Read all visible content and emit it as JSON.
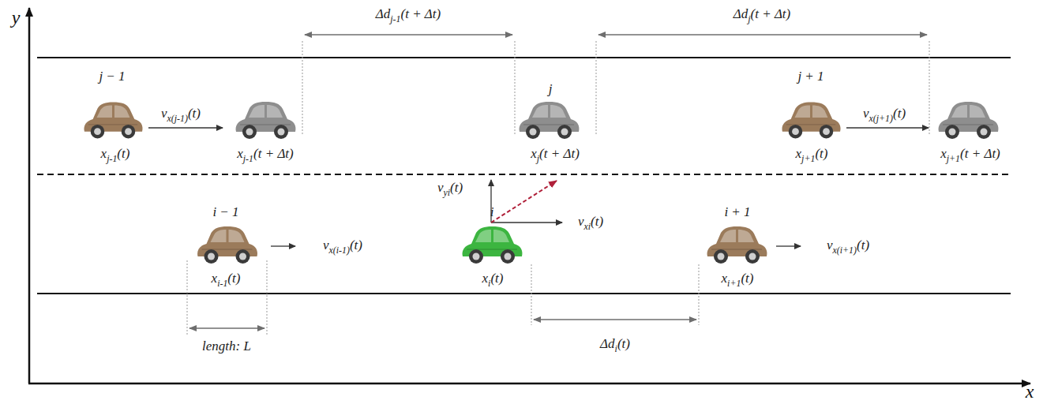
{
  "diagram": {
    "labels": [
      "y",
      "Δd",
      "j-1",
      "(t + Δt)",
      "Δd",
      "j",
      "(t + Δt)",
      "j − 1",
      "v",
      "x(j-1)",
      "(t)",
      "x",
      "j-1",
      "(t)",
      "x",
      "j-1",
      "(t + Δt)",
      "j",
      "x",
      "j",
      "(t + Δt)",
      "j + 1",
      "v",
      "x(j+1)",
      "(t)",
      "x",
      "j+1",
      "(t)",
      "x",
      "j+1",
      "(t + Δt)",
      "v",
      "yi",
      "(t)",
      "i − 1",
      "i",
      "i + 1",
      "v",
      "xi",
      "(t)",
      "v",
      "x(i-1)",
      "(t)",
      "v",
      "x(i+1)",
      "(t)",
      "x",
      "i-1",
      "(t)",
      "x",
      "i",
      "(t)",
      "x",
      "i+1",
      "(t)",
      "length: L",
      "Δd",
      "i",
      "(t)",
      "x"
    ]
  }
}
